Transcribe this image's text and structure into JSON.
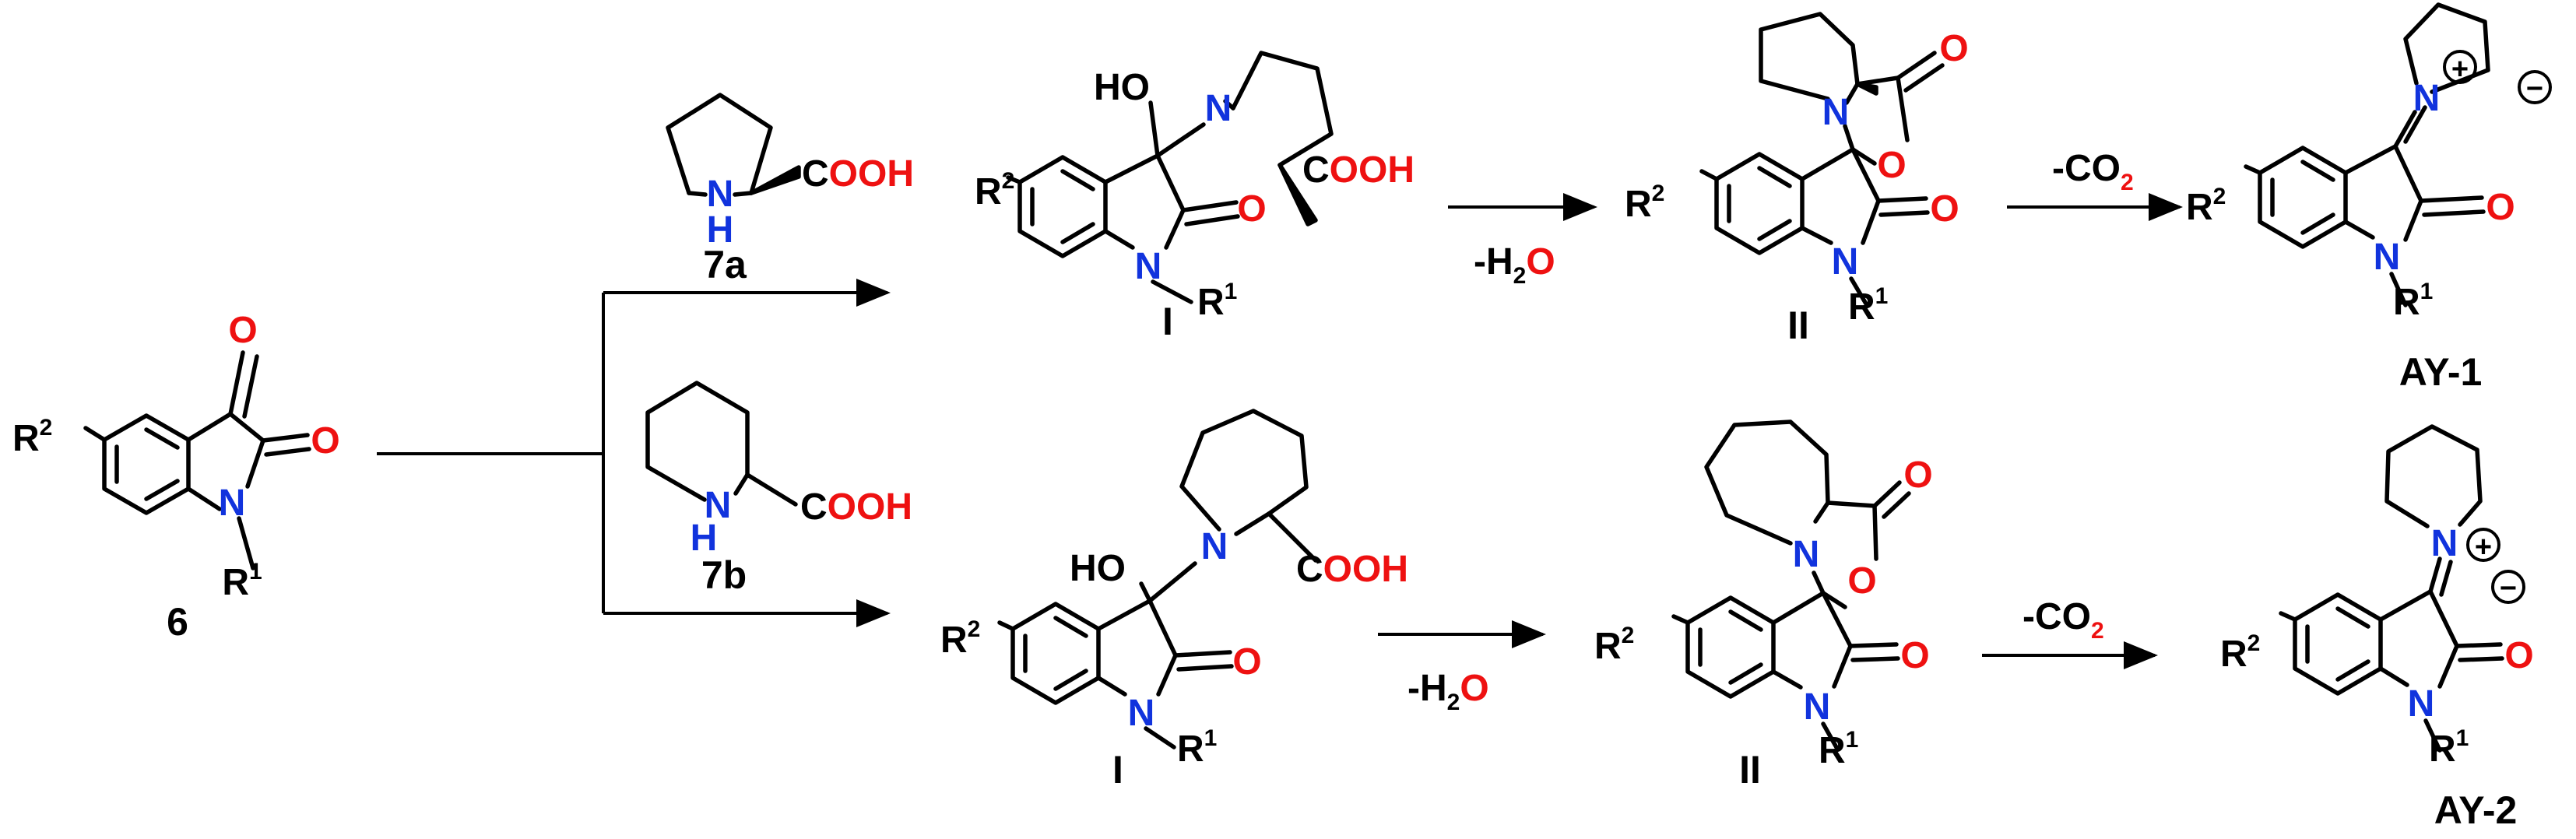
{
  "colors": {
    "oxygen": "#ee1111",
    "nitrogen": "#1133dd",
    "carbon": "#000000"
  },
  "atoms": {
    "O": "O",
    "N": "N",
    "NH_N": "N",
    "NH_H": "H",
    "HO": "HO",
    "C": "C",
    "OOH": "OOH",
    "R": "R",
    "sup1": "1",
    "sup2": "2"
  },
  "compounds": {
    "isatin": "6",
    "proline": "7a",
    "pipecolic": "7b",
    "adduct_top": "I",
    "adduct_bottom": "I",
    "oxazolidinone_top": "II",
    "oxazolidinone_bottom": "II",
    "ylide_top": "AY-1",
    "ylide_bottom": "AY-2"
  },
  "conditions": {
    "dehydration": {
      "prefix": "-H",
      "sub": "2",
      "suffix": "O"
    },
    "decarboxylation": {
      "prefix": "-CO",
      "sub": "2"
    }
  },
  "charges": {
    "plus": "+",
    "minus": "−"
  }
}
